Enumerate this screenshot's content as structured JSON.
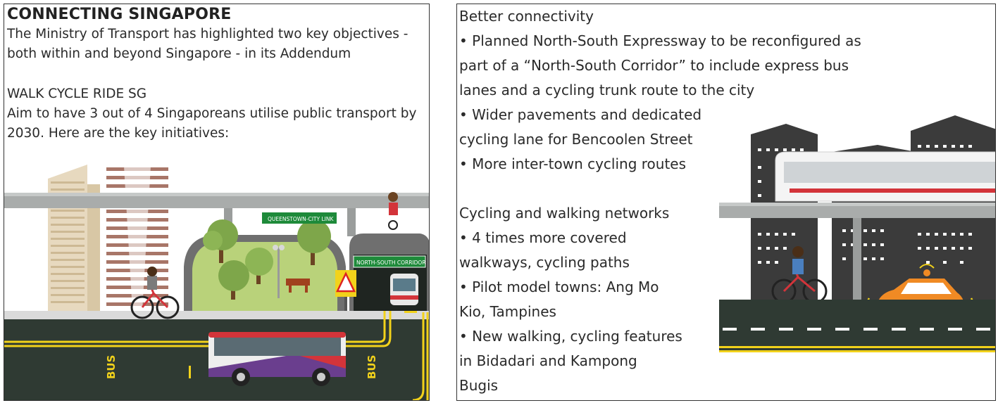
{
  "left": {
    "title": "CONNECTING SINGAPORE",
    "intro_lines": [
      "The Ministry of Transport has highlighted two key objectives -",
      "both within and beyond Singapore - in its Addendum"
    ],
    "section_heading": "WALK CYCLE RIDE SG",
    "section_lines": [
      "Aim to have 3 out of 4 Singaporeans utilise public transport by",
      "2030. Here are the key initiatives:"
    ],
    "illustration": {
      "sign_queenstown": "QUEENSTOWN-CITY LINK",
      "sign_north_south": "NORTH-SOUTH CORRIDOR",
      "road_marking": "BUS"
    }
  },
  "right": {
    "lines": [
      "Better connectivity",
      "• Planned North-South Expressway to be reconfigured as",
      "part of a “North-South Corridor” to include express bus",
      "lanes and a cycling trunk route to the city",
      "• Wider pavements and dedicated",
      "cycling lane for Bencoolen Street",
      "• More inter-town cycling routes",
      "",
      "Cycling and walking networks",
      "• 4 times more covered",
      "walkways, cycling paths",
      "• Pilot model towns: Ang Mo",
      "Kio, Tampines",
      "• New walking, cycling features",
      "in Bidadari and Kampong",
      "Bugis"
    ]
  },
  "colors": {
    "road": "#2f3a33",
    "road_line": "#f2d21b",
    "park": "#b9d27a",
    "tree": "#7ea64a",
    "trunk": "#6b4423",
    "bus_red": "#d3343a",
    "bus_purple": "#6a3e8e",
    "building_dark": "#3b3b3b",
    "car": "#f08a24",
    "sign_green": "#1e8a3a"
  }
}
